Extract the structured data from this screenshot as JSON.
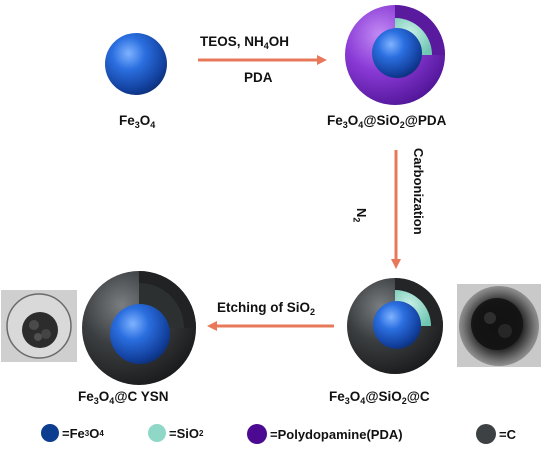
{
  "labels": {
    "fe3o4": {
      "pre": "Fe",
      "s1": "3",
      "mid": "O",
      "s2": "4",
      "post": ""
    },
    "fe3o4_sio2_pda": {
      "pre": "Fe",
      "s1": "3",
      "mid": "O",
      "s2": "4",
      "mid2": "@SiO",
      "s3": "2",
      "post": "@PDA"
    },
    "fe3o4_sio2_c": {
      "pre": "Fe",
      "s1": "3",
      "mid": "O",
      "s2": "4",
      "mid2": "@SiO",
      "s3": "2",
      "post": "@C"
    },
    "fe3o4_c_ysn": {
      "pre": "Fe",
      "s1": "3",
      "mid": "O",
      "s2": "4",
      "post": "@C YSN"
    }
  },
  "arrows": {
    "step1_top": {
      "pre": "TEOS, NH",
      "s1": "4",
      "post": "OH"
    },
    "step1_bottom": "PDA",
    "step2_right": "Carbonization",
    "step2_left": {
      "pre": "N",
      "s1": "2"
    },
    "step3": {
      "pre": "Etching of SiO",
      "s1": "2"
    }
  },
  "legend": [
    {
      "swatch": "#0c3d8f",
      "pre": "=Fe",
      "s1": "3",
      "mid": "O",
      "s2": "4"
    },
    {
      "swatch": "#8fd8c8",
      "pre": "=SiO",
      "s1": "2"
    },
    {
      "swatch": "#4b0a91",
      "pre": "=Polydopamine(PDA)"
    },
    {
      "swatch": "#3d4143",
      "pre": "=C"
    }
  ],
  "colors": {
    "arrow": "#e8785a",
    "fe3o4": "#1f5fd1",
    "sio2": "#8fd8c8",
    "pda": "#8b3ad8",
    "carbon": "#3a3d3f"
  },
  "icons": [
    "fe3o4-sphere",
    "fe3o4-sio2-pda-sphere",
    "fe3o4-sio2-c-sphere",
    "fe3o4-c-ysn-sphere",
    "tem-image-left",
    "tem-image-right"
  ]
}
